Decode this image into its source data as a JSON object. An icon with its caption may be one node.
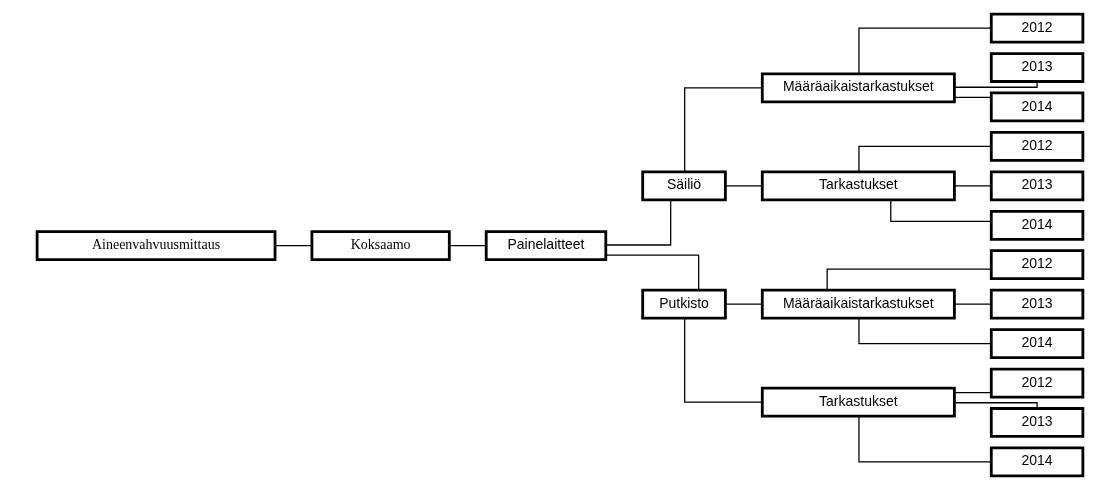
{
  "diagram": {
    "nodes": [
      {
        "text": [
          "Aineenvahvuusmittaus"
        ]
      },
      {
        "text": [
          "Koksaamo"
        ]
      },
      {
        "text": [
          "Painelaitteet"
        ]
      },
      {
        "text": [
          "Säiliö"
        ]
      },
      {
        "text": [
          "Määräaikaistarkastukset"
        ]
      },
      {
        "text": [
          "2012"
        ]
      },
      {
        "text": [
          "2013"
        ]
      },
      {
        "text": [
          "2014"
        ]
      },
      {
        "text": [
          "Tarkastukset"
        ]
      },
      {
        "text": [
          "2012"
        ]
      },
      {
        "text": [
          "2013"
        ]
      },
      {
        "text": [
          "2014"
        ]
      },
      {
        "text": [
          "Putkisto"
        ]
      },
      {
        "text": [
          "Määräaikaistarkastukset"
        ]
      },
      {
        "text": [
          "2012"
        ]
      },
      {
        "text": [
          "2013"
        ]
      },
      {
        "text": [
          "2014"
        ]
      },
      {
        "text": [
          "Tarkastukset"
        ]
      },
      {
        "text": [
          "2012"
        ]
      },
      {
        "text": [
          "2013"
        ]
      },
      {
        "text": [
          "2014"
        ]
      }
    ],
    "edges": [
      {
        "from": 0,
        "to": 1,
        "arrow": "none"
      },
      {
        "from": 1,
        "to": 2,
        "arrow": "none"
      },
      {
        "from": 2,
        "to": 3,
        "arrow": "none"
      },
      {
        "from": 2,
        "to": 12,
        "arrow": "none"
      },
      {
        "from": 3,
        "to": 4,
        "arrow": "none"
      },
      {
        "from": 3,
        "to": 8,
        "arrow": "none"
      },
      {
        "from": 4,
        "to": 5,
        "arrow": "none"
      },
      {
        "from": 4,
        "to": 6,
        "arrow": "none"
      },
      {
        "from": 4,
        "to": 7,
        "arrow": "none"
      },
      {
        "from": 8,
        "to": 9,
        "arrow": "none"
      },
      {
        "from": 8,
        "to": 10,
        "arrow": "none"
      },
      {
        "from": 8,
        "to": 11,
        "arrow": "none"
      },
      {
        "from": 12,
        "to": 13,
        "arrow": "none"
      },
      {
        "from": 12,
        "to": 17,
        "arrow": "none"
      },
      {
        "from": 13,
        "to": 14,
        "arrow": "none"
      },
      {
        "from": 13,
        "to": 15,
        "arrow": "none"
      },
      {
        "from": 13,
        "to": 16,
        "arrow": "none"
      },
      {
        "from": 17,
        "to": 18,
        "arrow": "none"
      },
      {
        "from": 17,
        "to": 19,
        "arrow": "none"
      },
      {
        "from": 17,
        "to": 20,
        "arrow": "none"
      }
    ]
  }
}
